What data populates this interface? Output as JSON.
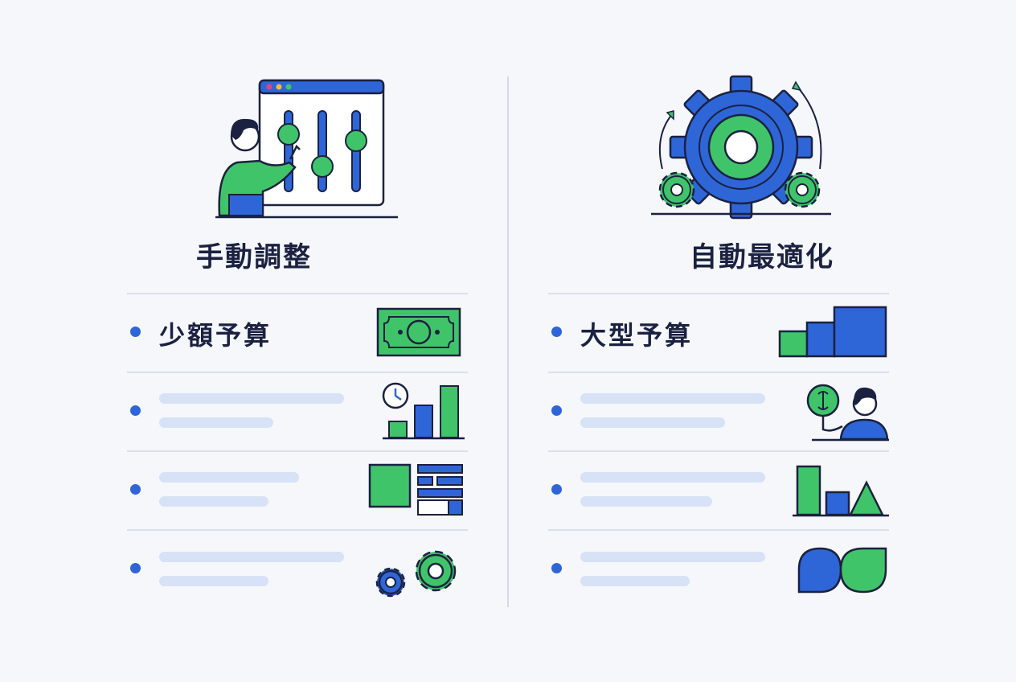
{
  "left": {
    "title": "手動調整",
    "rows": [
      {
        "label": "少額予算",
        "icon": "banknote-icon"
      },
      {
        "label": "",
        "icon": "clock-bar-chart-icon"
      },
      {
        "label": "",
        "icon": "layout-blocks-icon"
      },
      {
        "label": "",
        "icon": "gears-icon"
      }
    ],
    "hero_icon": "person-adjusting-sliders-icon"
  },
  "right": {
    "title": "自動最適化",
    "rows": [
      {
        "label": "大型予算",
        "icon": "ascending-blocks-icon"
      },
      {
        "label": "",
        "icon": "person-with-coin-icon"
      },
      {
        "label": "",
        "icon": "shapes-chart-icon"
      },
      {
        "label": "",
        "icon": "leaf-shapes-icon"
      }
    ],
    "hero_icon": "auto-gear-icon"
  },
  "colors": {
    "blue": "#2e66d8",
    "green": "#40c46a",
    "navy": "#1b2140",
    "placeholder": "#d8e2f7"
  }
}
